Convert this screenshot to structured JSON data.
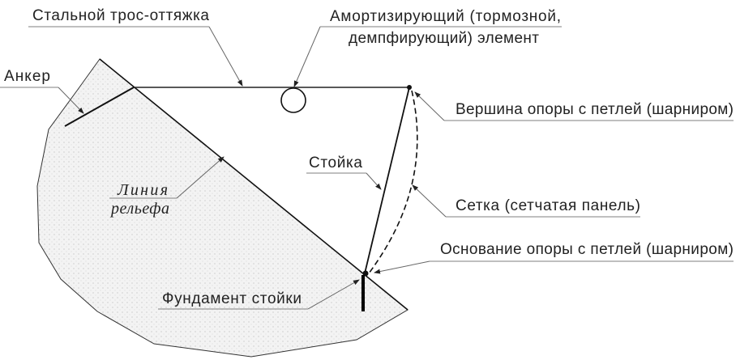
{
  "labels": {
    "cable": "Стальной трос-оттяжка",
    "damper_line1": "Амортизирующий (тормозной,",
    "damper_line2": "демпфирующий) элемент",
    "anchor": "Анкер",
    "top": "Вершина опоры с петлей (шарниром)",
    "post": "Стойка",
    "relief_line1": "Линия",
    "relief_line2": "рельефа",
    "net": "Сетка (сетчатая панель)",
    "base": "Основание опоры с петлей (шарниром)",
    "foundation": "Фундамент стойки"
  },
  "colors": {
    "ground": "#f1f1f1",
    "line": "#111111"
  }
}
